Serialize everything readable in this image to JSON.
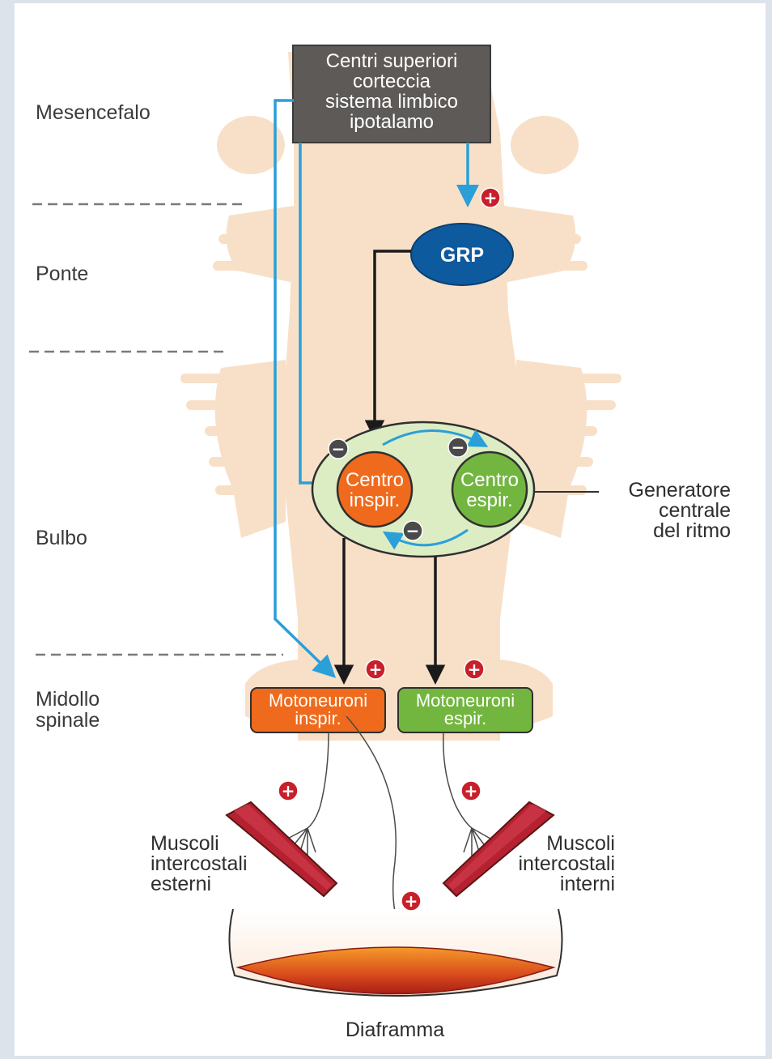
{
  "regions": {
    "mesencefalo": "Mesencefalo",
    "ponte": "Ponte",
    "bulbo": "Bulbo",
    "midollo_line1": "Midollo",
    "midollo_line2": "spinale"
  },
  "centri_superiori": [
    "Centri superiori",
    "corteccia",
    "sistema limbico",
    "ipotalamo"
  ],
  "grp": "GRP",
  "centro_inspir": [
    "Centro",
    "inspir."
  ],
  "centro_espir": [
    "Centro",
    "espir."
  ],
  "generatore": [
    "Generatore",
    "centrale",
    "del ritmo"
  ],
  "moto_inspir": [
    "Motoneuroni",
    "inspir."
  ],
  "moto_espir": [
    "Motoneuroni",
    "espir."
  ],
  "muscoli_esterni": [
    "Muscoli",
    "intercostali",
    "esterni"
  ],
  "muscoli_interni": [
    "Muscoli",
    "intercostali",
    "interni"
  ],
  "diaframma": "Diaframma",
  "signs": {
    "plus": "+",
    "minus": "−"
  },
  "colors": {
    "brainstem": "#f8e0c8",
    "centri_box": "#5d5a58",
    "grp": "#0e5a9e",
    "generator": "#dcedc4",
    "inspir": "#ef6a1c",
    "espir": "#72b640",
    "arrow_blue": "#2a9fd8",
    "muscle": "#b52130"
  }
}
